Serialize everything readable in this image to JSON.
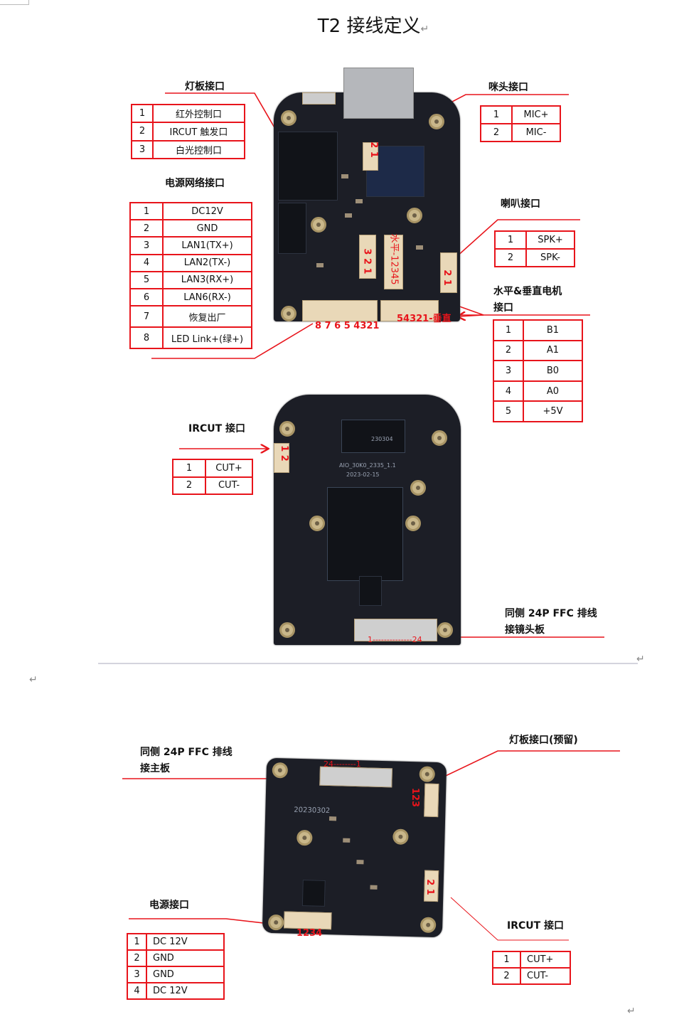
{
  "doc": {
    "title": "T2 接线定义",
    "return_mark": "↵"
  },
  "colors": {
    "accent_red": "#e8141b",
    "board": "#1c1e26"
  },
  "board1": {
    "light_board": {
      "heading": "灯板接口",
      "rows": [
        [
          "1",
          "红外控制口"
        ],
        [
          "2",
          "IRCUT 触发口"
        ],
        [
          "3",
          "白光控制口"
        ]
      ]
    },
    "power_network": {
      "heading": "电源网络接口",
      "rows": [
        [
          "1",
          "DC12V"
        ],
        [
          "2",
          "GND"
        ],
        [
          "3",
          "LAN1(TX+)"
        ],
        [
          "4",
          "LAN2(TX-)"
        ],
        [
          "5",
          "LAN3(RX+)"
        ],
        [
          "6",
          "LAN6(RX-)"
        ],
        [
          "7",
          "恢复出厂"
        ],
        [
          "8",
          "LED Link+(绿+)"
        ]
      ]
    },
    "mic": {
      "heading": "咪头接口",
      "rows": [
        [
          "1",
          "MIC+"
        ],
        [
          "2",
          "MIC-"
        ]
      ]
    },
    "speaker": {
      "heading": "喇叭接口",
      "rows": [
        [
          "1",
          "SPK+"
        ],
        [
          "2",
          "SPK-"
        ]
      ]
    },
    "motor": {
      "heading_line1": "水平&垂直电机",
      "heading_line2": "接口",
      "rows": [
        [
          "1",
          "B1"
        ],
        [
          "2",
          "A1"
        ],
        [
          "3",
          "B0"
        ],
        [
          "4",
          "A0"
        ],
        [
          "5",
          "+5V"
        ]
      ]
    },
    "pin_labels": {
      "mic": "2 1",
      "light": "3 2 1",
      "horizontal": "水平-12345",
      "speaker": "2 1",
      "network": "8 7 6 5 4321",
      "vertical": "54321-垂直"
    }
  },
  "board2": {
    "ircut": {
      "heading": "IRCUT 接口",
      "rows": [
        [
          "1",
          "CUT+"
        ],
        [
          "2",
          "CUT-"
        ]
      ]
    },
    "ffc_line1": "同侧 24P FFC 排线",
    "ffc_line2": "接镜头板",
    "pin_labels": {
      "ircut": "1 2",
      "ffc": "1--------------24"
    },
    "silk": {
      "date_code": "230304",
      "model": "AIO_30K0_2335_1.1",
      "date": "2023-02-15"
    }
  },
  "board3": {
    "ffc_line1": "同侧 24P FFC 排线",
    "ffc_line2": "接主板",
    "light_reserved_heading": "灯板接口(预留)",
    "power": {
      "heading": "电源接口",
      "rows": [
        [
          "1",
          "DC 12V"
        ],
        [
          "2",
          "GND"
        ],
        [
          "3",
          "GND"
        ],
        [
          "4",
          "DC 12V"
        ]
      ]
    },
    "ircut": {
      "heading": "IRCUT 接口",
      "rows": [
        [
          "1",
          "CUT+"
        ],
        [
          "2",
          "CUT-"
        ]
      ]
    },
    "pin_labels": {
      "ffc": "24--------1",
      "light": "123",
      "ircut": "2 1",
      "power": "1234"
    },
    "silk": {
      "date_code": "20230302"
    }
  }
}
